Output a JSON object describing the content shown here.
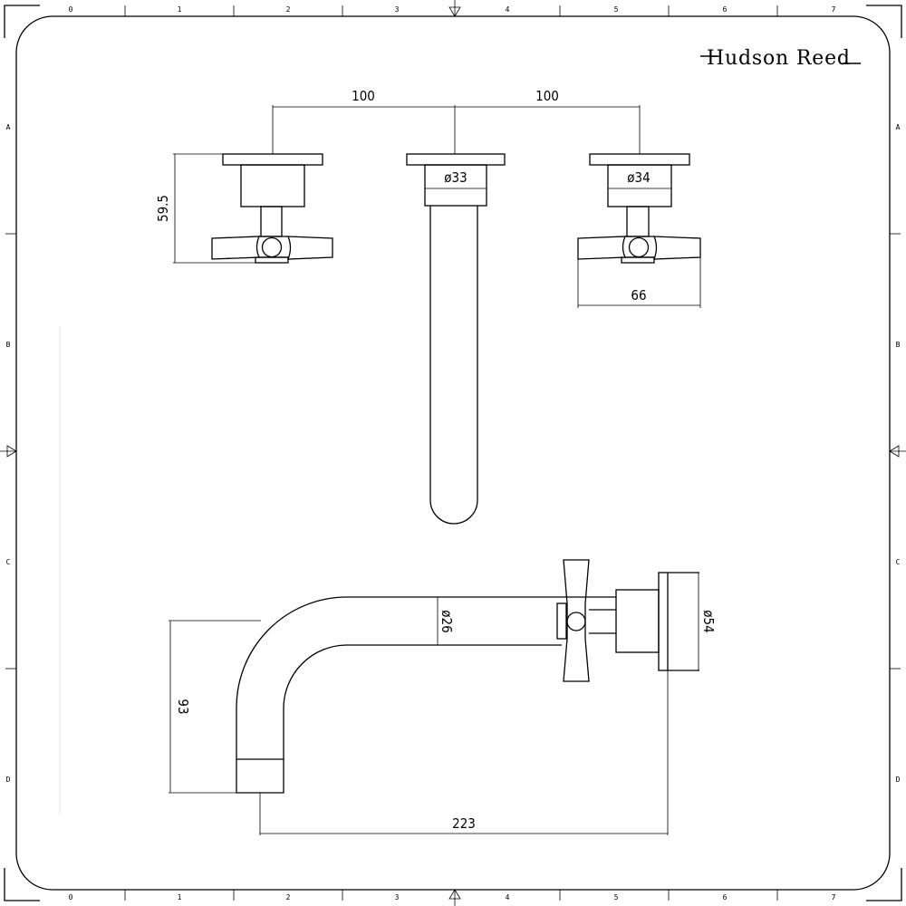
{
  "logo": {
    "text": "Hudson Reed"
  },
  "ruler": {
    "columns": [
      "0",
      "1",
      "2",
      "3",
      "4",
      "5",
      "6",
      "7"
    ],
    "rows": [
      "A",
      "B",
      "C",
      "D"
    ]
  },
  "dimensions": {
    "spacing_left": "100",
    "spacing_right": "100",
    "handle_height": "59.5",
    "spout_diameter": "ø33",
    "valve_diameter": "ø34",
    "handle_width": "66",
    "pipe_diameter": "ø26",
    "plate_diameter": "ø54",
    "spout_drop": "93",
    "projection": "223"
  }
}
